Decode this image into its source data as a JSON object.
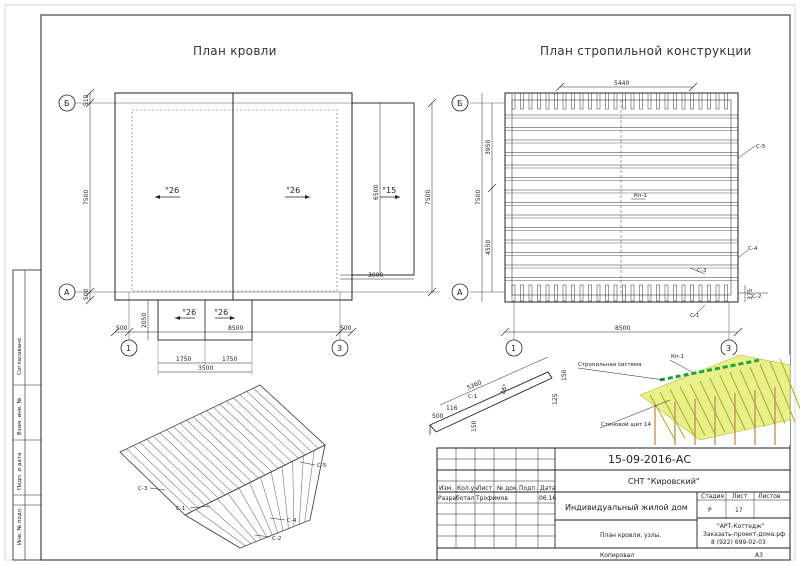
{
  "plans": {
    "roof_title": "План кровли",
    "rafter_title": "План стропильной конструкции"
  },
  "axes": {
    "b": "Б",
    "a": "А",
    "one": "1",
    "three": "3"
  },
  "roof_plan": {
    "dims": {
      "top_overhang": "510",
      "height_total": "7500",
      "height_inner": "6500",
      "height_right": "7500",
      "bottom_overhang": "500",
      "porch_depth": "2050",
      "width": "8500",
      "left_overhang": "500",
      "right_overhang": "500",
      "porch_half_a": "1750",
      "porch_half_b": "1750",
      "porch_width": "3500",
      "annex_width": "3000"
    },
    "slopes": {
      "left": "°26",
      "right": "°26",
      "annex": "°15",
      "porch_left": "°26",
      "porch_right": "°26"
    }
  },
  "rafter_plan": {
    "dims": {
      "top_width": "5440",
      "height_total": "7500",
      "upper": "3950",
      "lower": "4550",
      "width": "8500",
      "side": "375"
    },
    "labels": {
      "kp1": "Кп-1",
      "c5": "С-5",
      "c4": "С-4",
      "c3": "С-3",
      "c2": "С-2",
      "c1": "С-1"
    }
  },
  "rafter_detail": {
    "dims": {
      "length": "5360",
      "overhang": "500",
      "small": "116",
      "angle": "26°",
      "end": "150",
      "tip": "150",
      "foot": "125"
    },
    "label": "С-1"
  },
  "iso_labels": {
    "c3": "С-3",
    "c1": "С-1",
    "c5": "С-5",
    "c4": "С-4",
    "c2": "С-2"
  },
  "render_labels": {
    "rafter_system": "Стропильная система",
    "kp1": "Кп-1",
    "wall_panel": "Стеновой щит 14"
  },
  "side_stamp": {
    "agreed": "Согласовано",
    "inv_replace": "Взам. инв. №",
    "sign_date": "Подп. и дата",
    "inv_orig": "Инв. № подл."
  },
  "title_block": {
    "code": "15-09-2016-АС",
    "project": "СНТ \"Кировский\"",
    "cols": {
      "izm": "Изм.",
      "kol": "Кол.уч",
      "list": "Лист",
      "ndok": "№ док.",
      "podp": "Подп.",
      "data": "Дата"
    },
    "developed_role": "Разработал",
    "developed_name": "Трофимов",
    "developed_date": "06.16",
    "object": "Индивидуальный жилой дом",
    "stage_label": "Стадия",
    "sheet_label": "Лист",
    "sheets_label": "Листов",
    "stage": "Р",
    "sheet": "17",
    "sheet_title": "План кровли, узлы.",
    "org_name": "\"АРТ-Коттедж\"",
    "org_site": "Заказать-проект-дома.рф",
    "org_phone": "8 (922) 699-02-03",
    "copied": "Копировал",
    "format": "А3"
  }
}
